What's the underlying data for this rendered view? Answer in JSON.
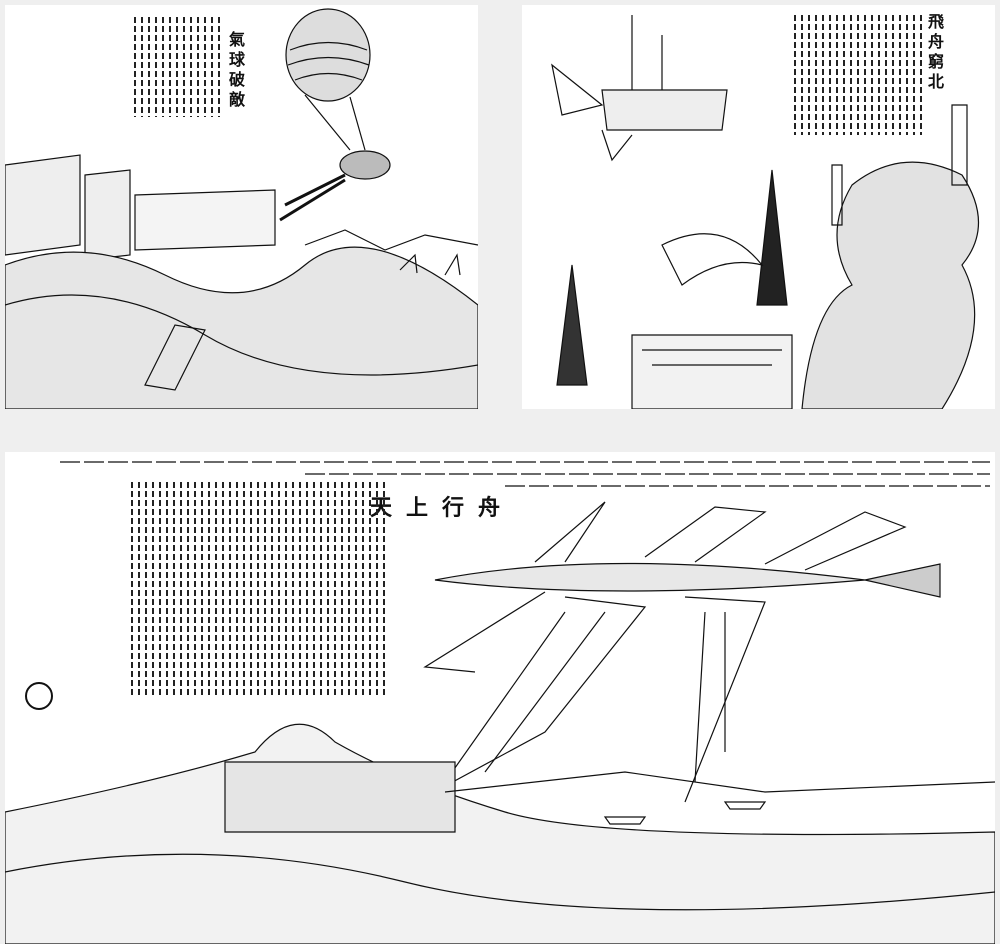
{
  "panels": [
    {
      "title": "氣球破敵"
    },
    {
      "title": "飛舟窮北"
    },
    {
      "title": "天上行舟"
    }
  ],
  "colors": {
    "background": "#efefef",
    "ink": "#111111",
    "paper": "#ffffff"
  }
}
